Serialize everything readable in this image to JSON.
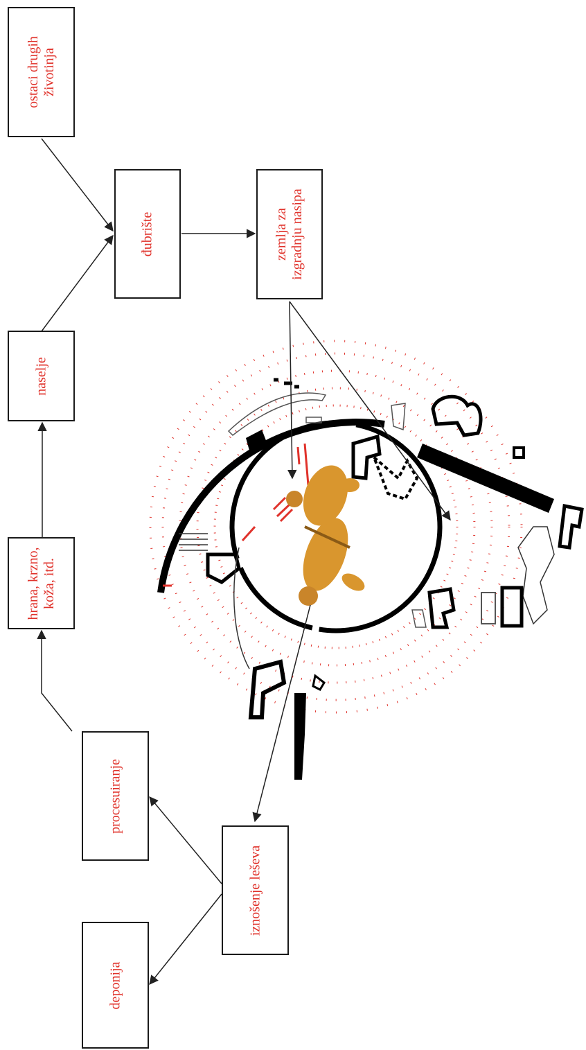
{
  "nodes": {
    "ostaci": {
      "line1": "ostaci drugih",
      "line2": "životinja"
    },
    "dubriste": {
      "line1": "đubrište"
    },
    "zemlja": {
      "line1": "zemlja za",
      "line2": "izgradnju nasipa"
    },
    "naselje": {
      "line1": "naselje"
    },
    "hrana": {
      "line1": "hrana, krzno,",
      "line2": "koža, itd."
    },
    "procesuiranje": {
      "line1": "procesuiranje"
    },
    "iznosenje": {
      "line1": "iznošenje leševa"
    },
    "deponija": {
      "line1": "deponija"
    }
  },
  "colors": {
    "label": "#e0322b",
    "box": "#1a1a1a",
    "plan": "#000000",
    "dots": "#e0322b",
    "bear": "#d9962e"
  },
  "icons": {
    "amphitheatre_plan": "amphitheatre-plan-icon",
    "venatio_relief": "bear-hunt-relief-icon"
  }
}
